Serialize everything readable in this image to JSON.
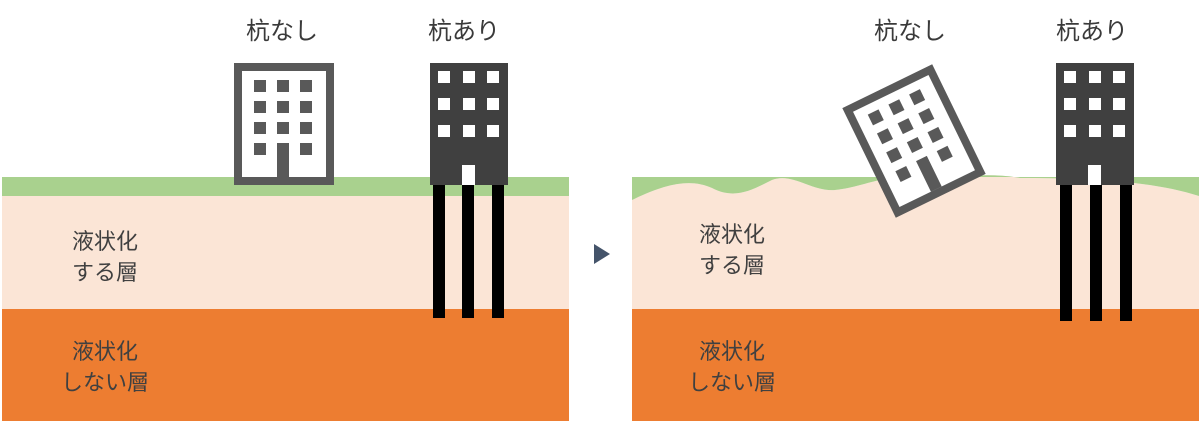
{
  "left_panel": {
    "label_no_piles": "杭なし",
    "label_with_piles": "杭あり",
    "liquefying_layer": [
      "液状化",
      "する層"
    ],
    "non_liquefying_layer": [
      "液状化",
      "しない層"
    ]
  },
  "right_panel": {
    "label_no_piles": "杭なし",
    "label_with_piles": "杭あり",
    "liquefying_layer": [
      "液状化",
      "する層"
    ],
    "non_liquefying_layer": [
      "液状化",
      "しない層"
    ]
  },
  "colors": {
    "grass": "#a9d18e",
    "liquefying": "#fbe5d6",
    "non_liquefying": "#ed7d31",
    "building_outline": "#595959",
    "building_dark": "#404040",
    "pile": "#000000",
    "arrow": "#44546a"
  }
}
